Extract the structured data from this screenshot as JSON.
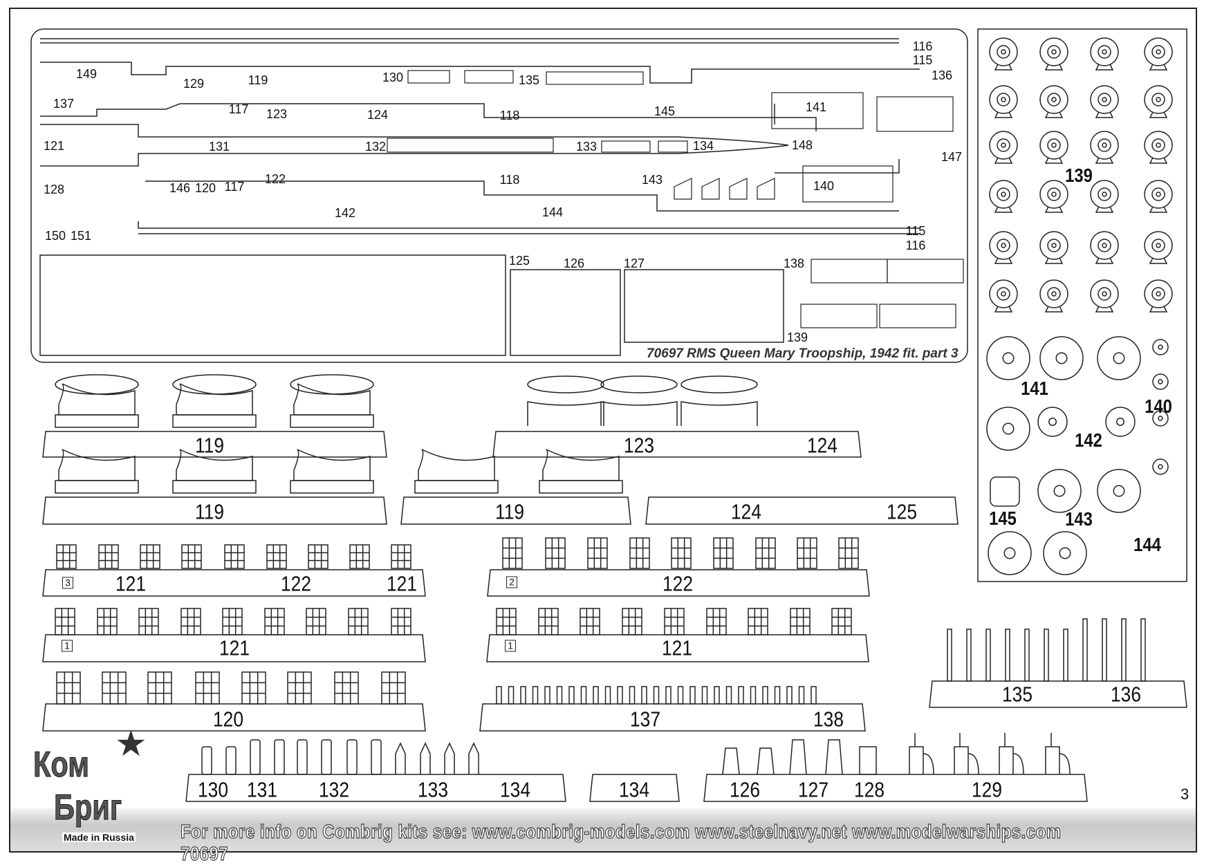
{
  "sheet": {
    "title": "70697 RMS Queen Mary Troopship, 1942 fit. part 3",
    "page_number": "3"
  },
  "footer": {
    "text": "For more info on Combrig kits see: www.combrig-models.com www.steelnavy.net  www.modelwarships.com  70697"
  },
  "logo": {
    "line1": "Ком",
    "line2": "Бриг",
    "tagline": "Made in Russia"
  },
  "fret_labels": [
    "149",
    "129",
    "119",
    "130",
    "135",
    "116",
    "115",
    "136",
    "137",
    "117",
    "123",
    "124",
    "118",
    "145",
    "141",
    "121",
    "131",
    "132",
    "133",
    "134",
    "148",
    "147",
    "122",
    "118",
    "143",
    "140",
    "128",
    "146",
    "120",
    "117",
    "142",
    "144",
    "115",
    "116",
    "150",
    "151",
    "125",
    "126",
    "127",
    "138",
    "139"
  ],
  "disc_labels": [
    "139",
    "141",
    "140",
    "142",
    "145",
    "143",
    "144"
  ],
  "assembly_labels": [
    "119",
    "123",
    "124",
    "119",
    "119",
    "124",
    "125",
    "121",
    "122",
    "121",
    "122",
    "121",
    "121",
    "120",
    "137",
    "138",
    "135",
    "136",
    "130",
    "131",
    "132",
    "133",
    "134",
    "134",
    "126",
    "127",
    "128",
    "129"
  ],
  "step_boxes": [
    "3",
    "2",
    "1",
    "1"
  ]
}
